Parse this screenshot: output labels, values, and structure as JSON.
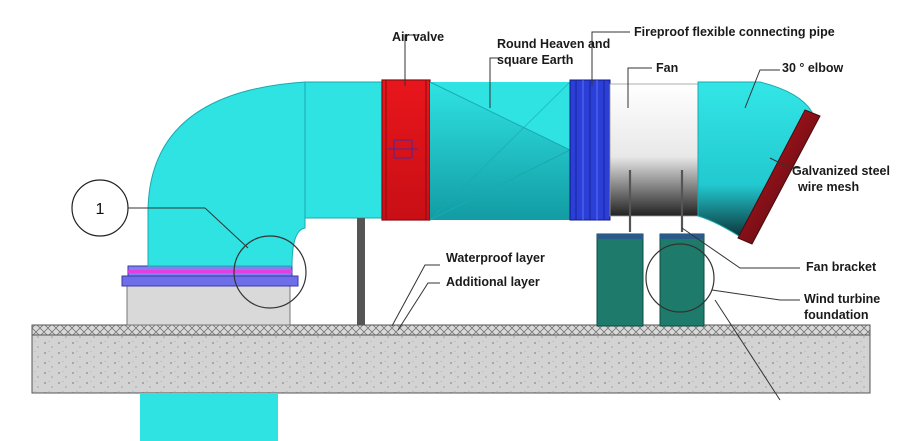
{
  "diagram": {
    "callout_number": "1",
    "labels": {
      "air_valve": "Air valve",
      "round_heaven_line1": "Round Heaven and",
      "round_heaven_line2": "square Earth",
      "fireproof_pipe": "Fireproof flexible connecting pipe",
      "fan": "Fan",
      "elbow": "30 ° elbow",
      "mesh_line1": "Galvanized steel",
      "mesh_line2": "wire mesh",
      "waterproof": "Waterproof layer",
      "additional": "Additional layer",
      "fan_bracket": "Fan bracket",
      "foundation_line1": "Wind turbine",
      "foundation_line2": "foundation"
    },
    "colors": {
      "duct": "#2fe3e3",
      "duct_dark": "#1fbfc4",
      "valve": "#e0161c",
      "flex_pipe": "#2b3fd6",
      "foundation": "#1e7a6a",
      "curb": "#6e6ee8",
      "concrete": "#cfcfcf"
    }
  }
}
